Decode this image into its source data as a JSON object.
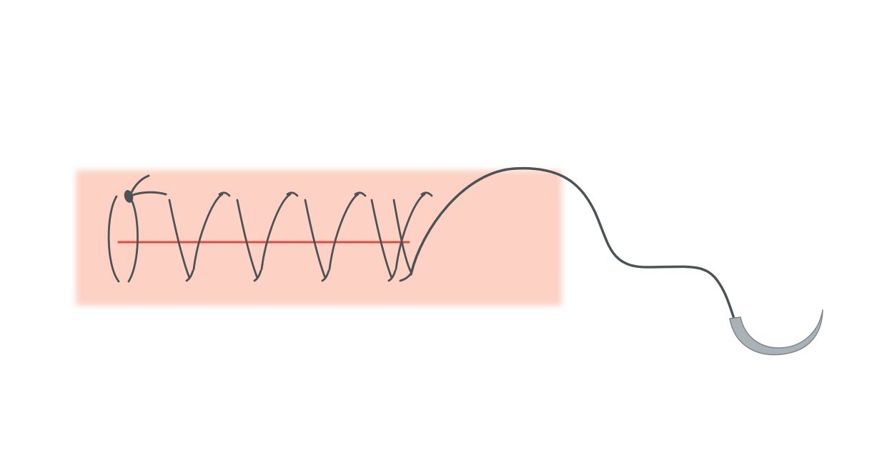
{
  "diagram": {
    "type": "running-suture-illustration",
    "stitch_count": 5,
    "colors": {
      "background": "#ffffff",
      "skin": "#fdd2c4",
      "incision": "#e14b3f",
      "thread": "#4b5357",
      "needle_fill": "#a9b3b7",
      "needle_outline": "#7d878b"
    },
    "elements": [
      "skin-patch",
      "incision-line",
      "knot",
      "running-stitches",
      "free-thread",
      "needle"
    ]
  }
}
